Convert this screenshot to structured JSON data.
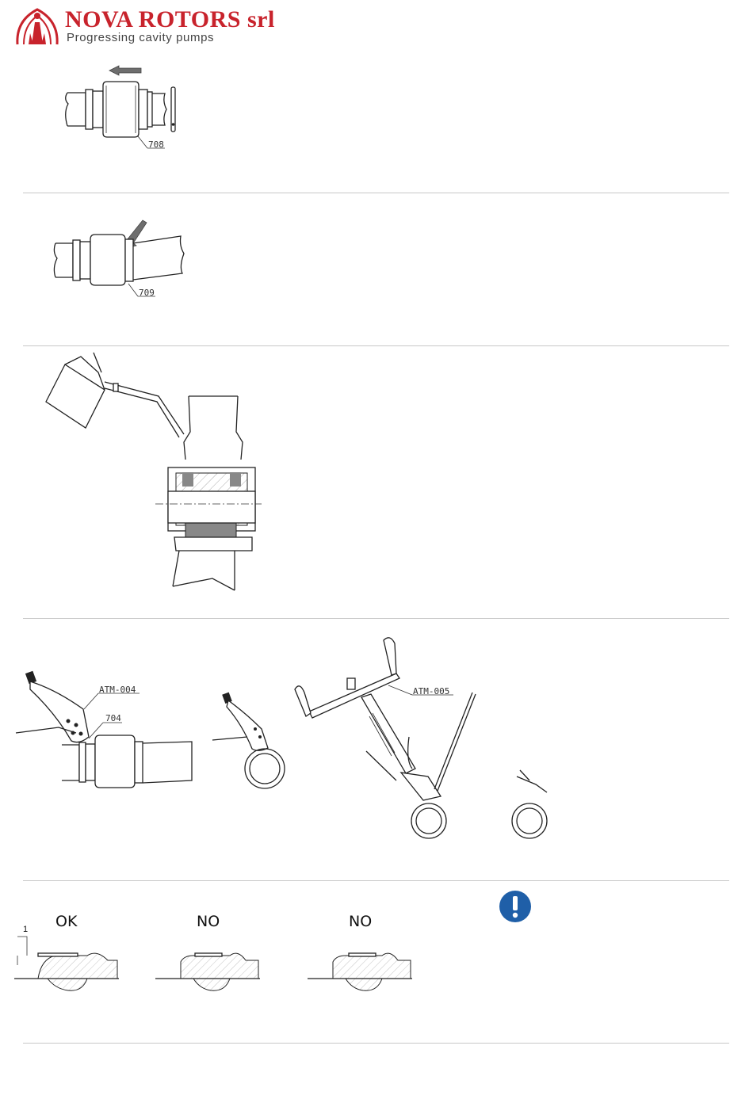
{
  "header": {
    "company": "NOVA ROTORS srl",
    "tagline": "Progressing cavity pumps"
  },
  "step1": {
    "part_label": "708"
  },
  "step2": {
    "part_label": "709"
  },
  "step4": {
    "tool_label_1": "ATM-004",
    "part_label": "704",
    "tool_label_2": "ATM-005"
  },
  "step5": {
    "dimension_label": "1",
    "verdicts": [
      "OK",
      "NO",
      "NO"
    ],
    "warning_icon": "mandatory-info-icon",
    "warning_color": "#1f5fa8"
  }
}
